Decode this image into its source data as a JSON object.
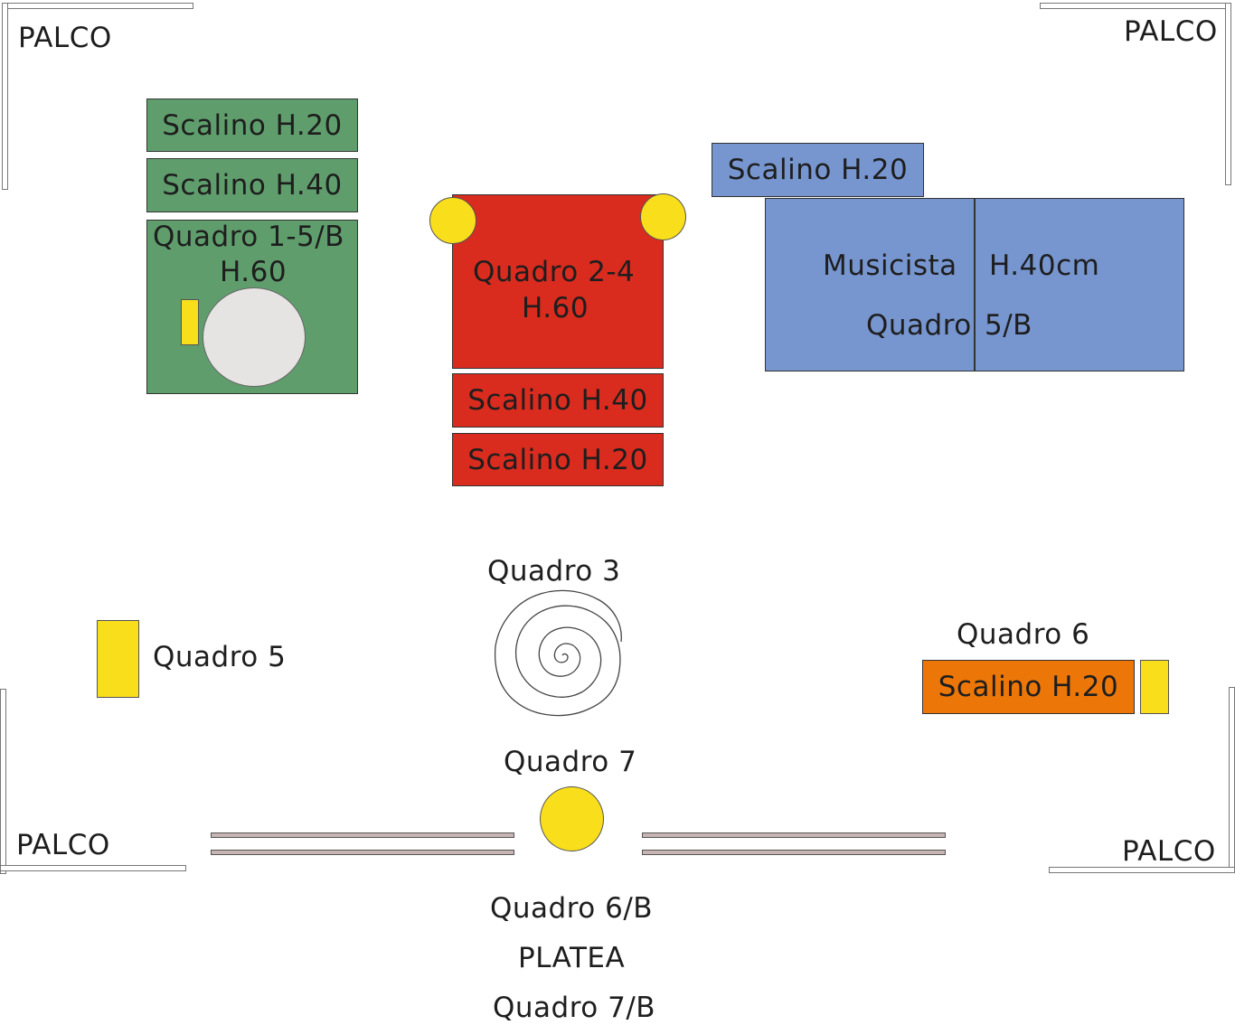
{
  "stage": {
    "corner_top_left": "PALCO",
    "corner_top_right": "PALCO",
    "corner_bottom_left": "PALCO",
    "corner_bottom_right": "PALCO"
  },
  "green_group": {
    "step_20": "Scalino H.20",
    "step_40": "Scalino H.40",
    "platform_line1": "Quadro 1-5/B",
    "platform_line2": "H.60"
  },
  "red_group": {
    "platform_line1": "Quadro 2-4",
    "platform_line2": "H.60",
    "step_40": "Scalino H.40",
    "step_20": "Scalino H.20"
  },
  "blue_group": {
    "step_20": "Scalino H.20",
    "musician": "Musicista",
    "height": "H.40cm",
    "scene_left": "Quadro",
    "scene_right": "5/B"
  },
  "scenes": {
    "quadro_3": "Quadro 3",
    "quadro_5": "Quadro 5",
    "quadro_6": "Quadro 6",
    "quadro_6_step": "Scalino H.20",
    "quadro_7": "Quadro 7",
    "quadro_6b": "Quadro 6/B",
    "platea": "PLATEA",
    "quadro_7b": "Quadro 7/B"
  },
  "colors": {
    "green": "#5f9e6c",
    "red": "#d92b1e",
    "blue": "#7796d0",
    "orange": "#ec7708",
    "yellow": "#f9de1c",
    "grey_circle": "#e6e3e3"
  }
}
